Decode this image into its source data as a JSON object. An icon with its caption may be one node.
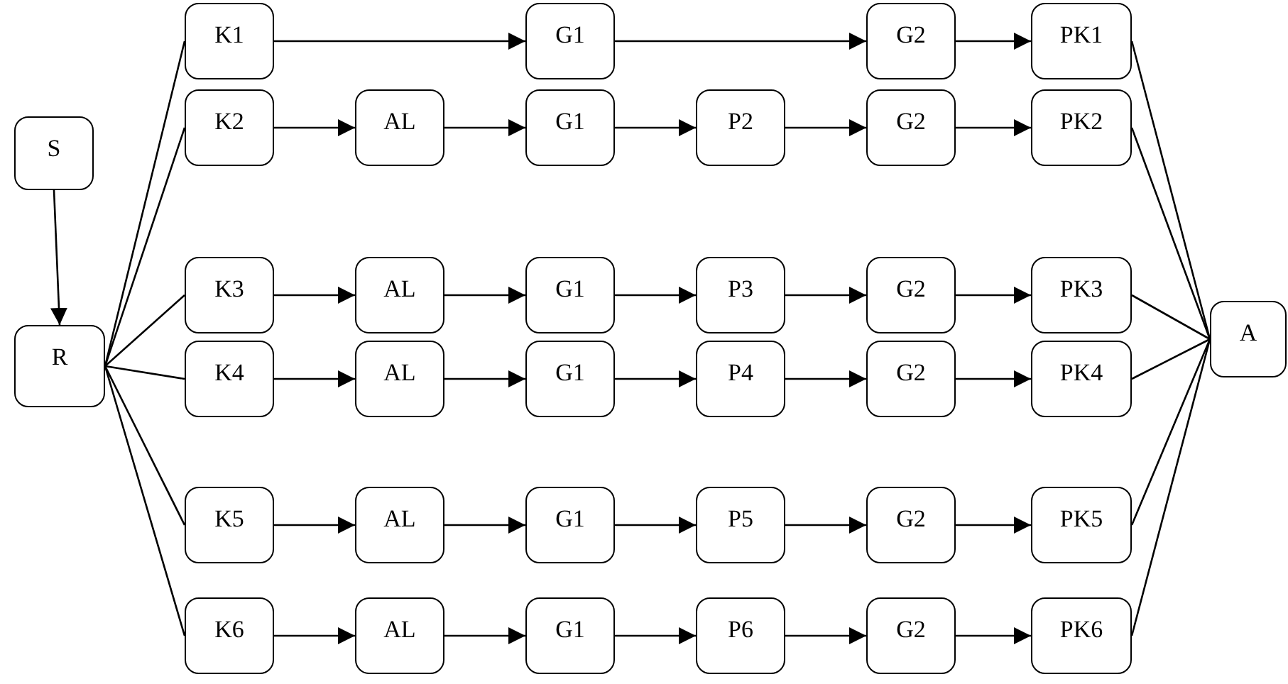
{
  "diagram": {
    "nodes": [
      {
        "text": [
          "S"
        ]
      },
      {
        "text": [
          "R"
        ]
      },
      {
        "text": [
          "K1"
        ]
      },
      {
        "text": [
          "G1"
        ]
      },
      {
        "text": [
          "G2"
        ]
      },
      {
        "text": [
          "PK1"
        ]
      },
      {
        "text": [
          "K2"
        ]
      },
      {
        "text": [
          "AL"
        ]
      },
      {
        "text": [
          "G1"
        ]
      },
      {
        "text": [
          "P2"
        ]
      },
      {
        "text": [
          "G2"
        ]
      },
      {
        "text": [
          "PK2"
        ]
      },
      {
        "text": [
          "K3"
        ]
      },
      {
        "text": [
          "AL"
        ]
      },
      {
        "text": [
          "G1"
        ]
      },
      {
        "text": [
          "P3"
        ]
      },
      {
        "text": [
          "G2"
        ]
      },
      {
        "text": [
          "PK3"
        ]
      },
      {
        "text": [
          "K4"
        ]
      },
      {
        "text": [
          "AL"
        ]
      },
      {
        "text": [
          "G1"
        ]
      },
      {
        "text": [
          "P4"
        ]
      },
      {
        "text": [
          "G2"
        ]
      },
      {
        "text": [
          "PK4"
        ]
      },
      {
        "text": [
          "K5"
        ]
      },
      {
        "text": [
          "AL"
        ]
      },
      {
        "text": [
          "G1"
        ]
      },
      {
        "text": [
          "P5"
        ]
      },
      {
        "text": [
          "G2"
        ]
      },
      {
        "text": [
          "PK5"
        ]
      },
      {
        "text": [
          "K6"
        ]
      },
      {
        "text": [
          "AL"
        ]
      },
      {
        "text": [
          "G1"
        ]
      },
      {
        "text": [
          "P6"
        ]
      },
      {
        "text": [
          "G2"
        ]
      },
      {
        "text": [
          "PK6"
        ]
      },
      {
        "text": [
          "A"
        ]
      }
    ],
    "edges": [
      {
        "from": 0,
        "to": 1,
        "arrow": "to"
      },
      {
        "from": 1,
        "to": 2,
        "arrow": "none"
      },
      {
        "from": 1,
        "to": 6,
        "arrow": "none"
      },
      {
        "from": 1,
        "to": 12,
        "arrow": "none"
      },
      {
        "from": 1,
        "to": 18,
        "arrow": "none"
      },
      {
        "from": 1,
        "to": 24,
        "arrow": "none"
      },
      {
        "from": 1,
        "to": 30,
        "arrow": "none"
      },
      {
        "from": 2,
        "to": 3,
        "arrow": "to"
      },
      {
        "from": 3,
        "to": 4,
        "arrow": "to"
      },
      {
        "from": 4,
        "to": 5,
        "arrow": "to"
      },
      {
        "from": 6,
        "to": 7,
        "arrow": "to"
      },
      {
        "from": 7,
        "to": 8,
        "arrow": "to"
      },
      {
        "from": 8,
        "to": 9,
        "arrow": "to"
      },
      {
        "from": 9,
        "to": 10,
        "arrow": "to"
      },
      {
        "from": 10,
        "to": 11,
        "arrow": "to"
      },
      {
        "from": 12,
        "to": 13,
        "arrow": "to"
      },
      {
        "from": 13,
        "to": 14,
        "arrow": "to"
      },
      {
        "from": 14,
        "to": 15,
        "arrow": "to"
      },
      {
        "from": 15,
        "to": 16,
        "arrow": "to"
      },
      {
        "from": 16,
        "to": 17,
        "arrow": "to"
      },
      {
        "from": 18,
        "to": 19,
        "arrow": "to"
      },
      {
        "from": 19,
        "to": 20,
        "arrow": "to"
      },
      {
        "from": 20,
        "to": 21,
        "arrow": "to"
      },
      {
        "from": 21,
        "to": 22,
        "arrow": "to"
      },
      {
        "from": 22,
        "to": 23,
        "arrow": "to"
      },
      {
        "from": 24,
        "to": 25,
        "arrow": "to"
      },
      {
        "from": 25,
        "to": 26,
        "arrow": "to"
      },
      {
        "from": 26,
        "to": 27,
        "arrow": "to"
      },
      {
        "from": 27,
        "to": 28,
        "arrow": "to"
      },
      {
        "from": 28,
        "to": 29,
        "arrow": "to"
      },
      {
        "from": 30,
        "to": 31,
        "arrow": "to"
      },
      {
        "from": 31,
        "to": 32,
        "arrow": "to"
      },
      {
        "from": 32,
        "to": 33,
        "arrow": "to"
      },
      {
        "from": 33,
        "to": 34,
        "arrow": "to"
      },
      {
        "from": 34,
        "to": 35,
        "arrow": "to"
      },
      {
        "from": 5,
        "to": 36,
        "arrow": "none"
      },
      {
        "from": 11,
        "to": 36,
        "arrow": "none"
      },
      {
        "from": 17,
        "to": 36,
        "arrow": "none"
      },
      {
        "from": 23,
        "to": 36,
        "arrow": "none"
      },
      {
        "from": 29,
        "to": 36,
        "arrow": "none"
      },
      {
        "from": 35,
        "to": 36,
        "arrow": "none"
      }
    ]
  }
}
